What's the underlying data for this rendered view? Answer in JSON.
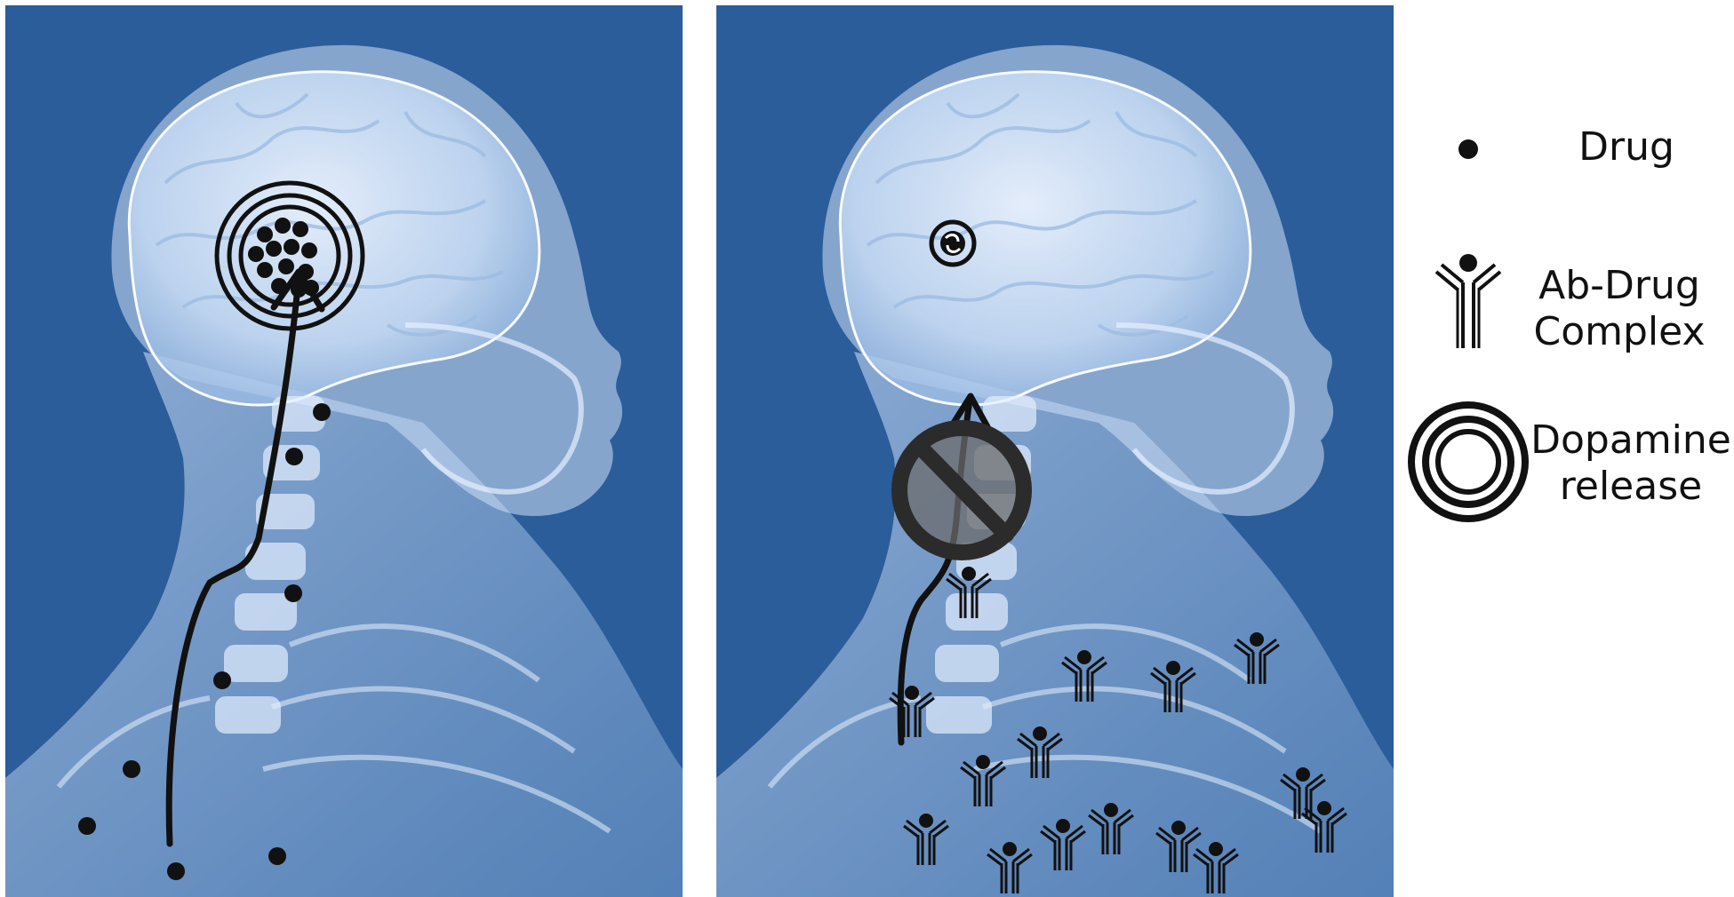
{
  "colors": {
    "background_blue": "#2a5d9a",
    "anatomy_glow": "#dbeaff",
    "marker_black": "#111111",
    "block_gray": "#6b6b6b"
  },
  "panels": [
    {
      "id": "left",
      "description_icons": [
        "drug-dot",
        "dopamine-release-rings",
        "drug-path-arrow"
      ]
    },
    {
      "id": "right",
      "description_icons": [
        "ab-drug-complex",
        "blocked-arrow-symbol",
        "small-dopamine-ring"
      ]
    }
  ],
  "legend": {
    "items": [
      {
        "icon": "drug-dot-icon",
        "label_line1": "Drug",
        "label_line2": ""
      },
      {
        "icon": "ab-drug-complex-icon",
        "label_line1": "Ab-Drug",
        "label_line2": "Complex"
      },
      {
        "icon": "dopamine-release-icon",
        "label_line1": "Dopamine",
        "label_line2": "release"
      }
    ]
  }
}
